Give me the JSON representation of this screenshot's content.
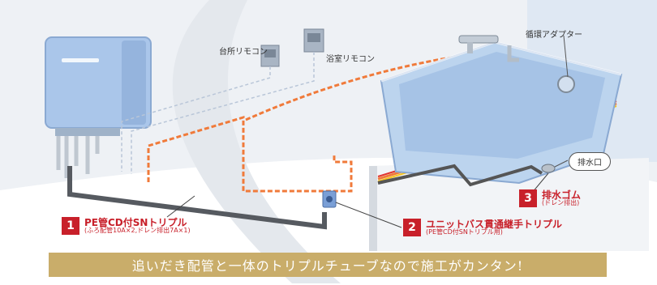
{
  "labels": {
    "kitchen_remote": "台所リモコン",
    "bath_remote": "浴室リモコン",
    "circulation_adapter": "循環アダプター",
    "drain_port": "排水口"
  },
  "callouts": [
    {
      "number": "1",
      "title": "PE管CD付SNトリプル",
      "subtitle": "(ふろ配管10A×2,ドレン排出7A×1)"
    },
    {
      "number": "2",
      "title": "ユニットバス貫通継手トリプル",
      "subtitle": "(PE管CD付SNトリプル用)"
    },
    {
      "number": "3",
      "title": "排水ゴム",
      "subtitle": "(ドレン排出)"
    }
  ],
  "banner": {
    "text": "追いだき配管と一体のトリプルチューブなので施工がカンタン!"
  },
  "colors": {
    "accent_red": "#c8202a",
    "banner_gold": "#c9ad6a",
    "pipe_orange": "#f07a3a",
    "heater_blue": "#aac6ea",
    "tub_blue": "#bcd4ee"
  }
}
